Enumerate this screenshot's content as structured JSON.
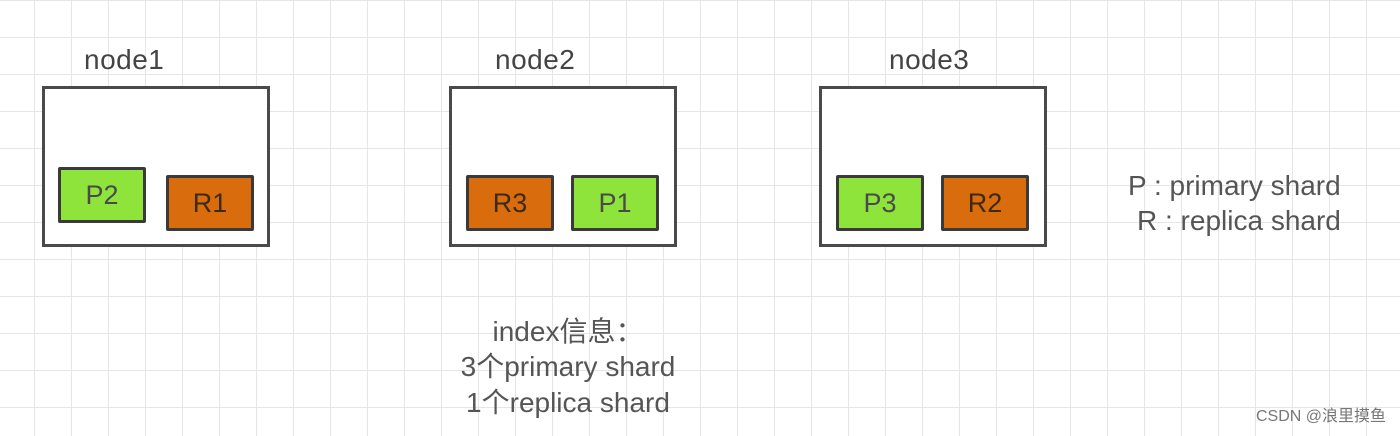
{
  "nodes": [
    {
      "label": "node1",
      "shards": [
        {
          "label": "P2",
          "kind": "primary"
        },
        {
          "label": "R1",
          "kind": "replica"
        }
      ]
    },
    {
      "label": "node2",
      "shards": [
        {
          "label": "R3",
          "kind": "replica"
        },
        {
          "label": "P1",
          "kind": "primary"
        }
      ]
    },
    {
      "label": "node3",
      "shards": [
        {
          "label": "P3",
          "kind": "primary"
        },
        {
          "label": "R2",
          "kind": "replica"
        }
      ]
    }
  ],
  "legend": {
    "primary": "P :  primary shard",
    "replica": "R :  replica shard"
  },
  "index_info": {
    "title": "index信息：",
    "primary_count": "3个primary shard",
    "replica_count": "1个replica shard"
  },
  "watermark": "CSDN @浪里摸鱼",
  "colors": {
    "primary": "#8ee43a",
    "replica": "#d96c0c",
    "border": "#4a4a4a"
  }
}
